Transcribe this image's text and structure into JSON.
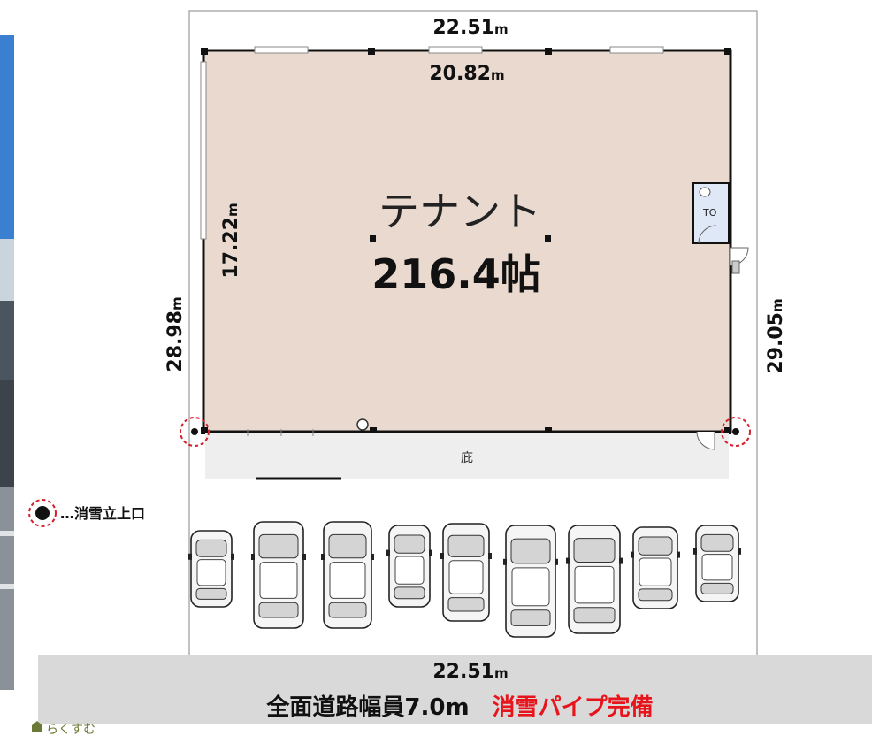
{
  "plan": {
    "lot_width_top": {
      "value": "22.51",
      "unit": "m"
    },
    "building_width": {
      "value": "20.82",
      "unit": "m"
    },
    "building_depth": {
      "value": "17.22",
      "unit": "m"
    },
    "lot_depth_left": {
      "value": "28.98",
      "unit": "m"
    },
    "lot_depth_right": {
      "value": "29.05",
      "unit": "m"
    },
    "lot_width_bottom": {
      "value": "22.51",
      "unit": "m"
    },
    "room_name": "テナント",
    "room_area": "216.4帖",
    "toilet_label": "TO",
    "eaves_label": "庇",
    "legend_label": "…消雪立上口"
  },
  "road": {
    "label": "全面道路幅員7.0m",
    "feature": "消雪パイプ完備",
    "feature_color": "#e8141b"
  },
  "brand": {
    "name": "らくすむ"
  },
  "colors": {
    "floor": "#e9d9cf",
    "eaves": "#eeeeee",
    "road": "#d9d9d9",
    "marker": "#d61e2b"
  }
}
